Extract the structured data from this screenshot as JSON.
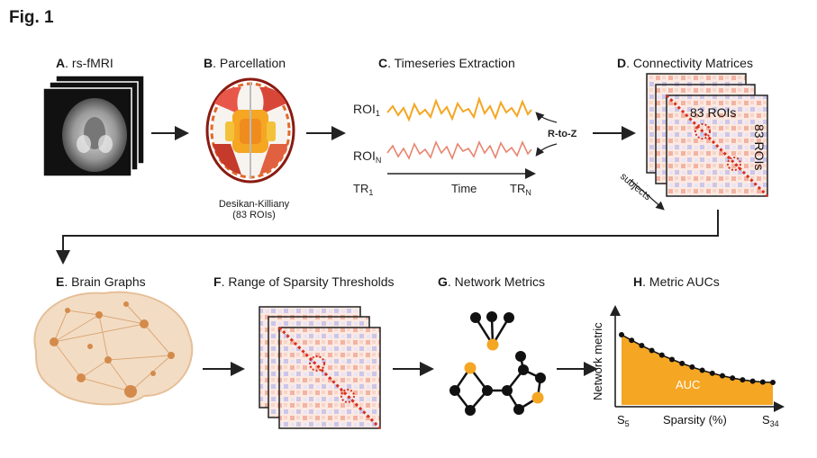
{
  "figure": {
    "title": "Fig. 1"
  },
  "panels": {
    "A": {
      "letter": "A",
      "title": ". rs-fMRI"
    },
    "B": {
      "letter": "B",
      "title": ". Parcellation",
      "caption_line1": "Desikan-Killiany",
      "caption_line2": "(83 ROIs)"
    },
    "C": {
      "letter": "C",
      "title": ". Timeseries Extraction",
      "roi1": "ROI",
      "roi1_sub": "1",
      "roiN": "ROI",
      "roiN_sub": "N",
      "tr1": "TR",
      "tr1_sub": "1",
      "time": "Time",
      "trN": "TR",
      "trN_sub": "N",
      "rtoz": "R-to-Z"
    },
    "D": {
      "letter": "D",
      "title": ". Connectivity Matrices",
      "rois_top": "83 ROIs",
      "rois_side": "83 ROIs",
      "subjects": "subjects"
    },
    "E": {
      "letter": "E",
      "title": ". Brain Graphs"
    },
    "F": {
      "letter": "F",
      "title": ". Range of Sparsity Thresholds"
    },
    "G": {
      "letter": "G",
      "title": ". Network Metrics"
    },
    "H": {
      "letter": "H",
      "title": ". Metric AUCs",
      "ylabel": "Network metric",
      "xlabel": "Sparsity (%)",
      "x_start": "S",
      "x_start_sub": "5",
      "x_end": "S",
      "x_end_sub": "34",
      "auc": "AUC"
    }
  },
  "colors": {
    "orange": "#f5a623",
    "salmon": "#e8846f",
    "red": "#d6301f",
    "dark": "#222222",
    "purple": "#a8a4d8"
  }
}
